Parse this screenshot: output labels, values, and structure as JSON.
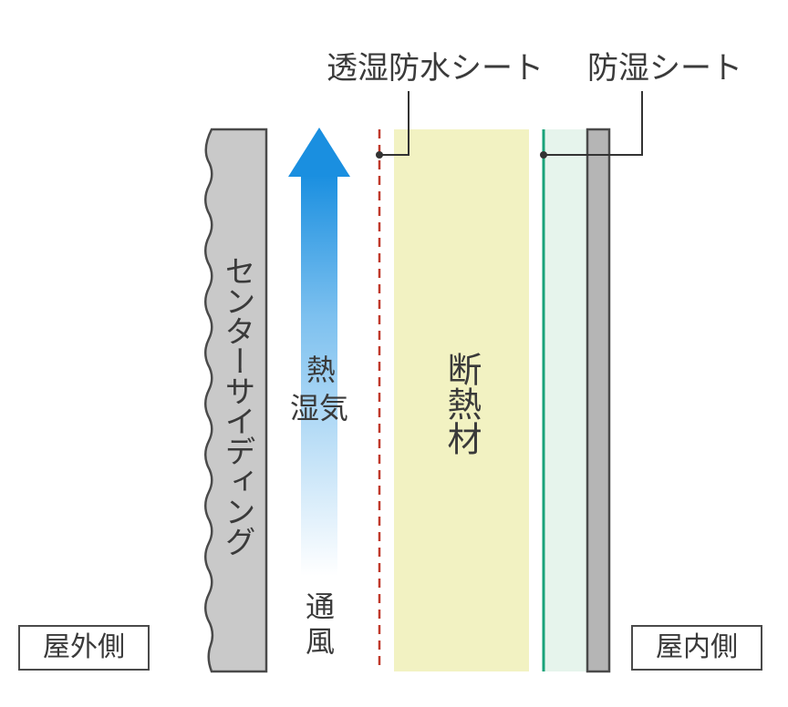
{
  "labels": {
    "breathable_waterproof_sheet": "透湿防水シート",
    "vapor_barrier_sheet": "防湿シート",
    "center_siding": "センターサイディング",
    "heat_moisture_line1": "熱",
    "heat_moisture_line2": "湿気",
    "ventilation_line1": "通",
    "ventilation_line2": "風",
    "insulation": "断熱材",
    "exterior_side": "屋外側",
    "interior_side": "屋内側"
  },
  "colors": {
    "siding_fill": "#c9c9c9",
    "siding_stroke": "#4a4a4a",
    "airflow_arrow_top": "#1a8fe0",
    "airflow_arrow_bottom": "#ffffff",
    "waterproof_sheet_line": "#c0392b",
    "insulation_fill": "#f2f2c2",
    "vapor_barrier_line": "#1aa37a",
    "cavity_fill": "#e6f4ec",
    "interior_board_fill": "#b5b5b5",
    "text": "#3a3a3a"
  },
  "icons": {
    "airflow": "up-arrow-gradient"
  }
}
